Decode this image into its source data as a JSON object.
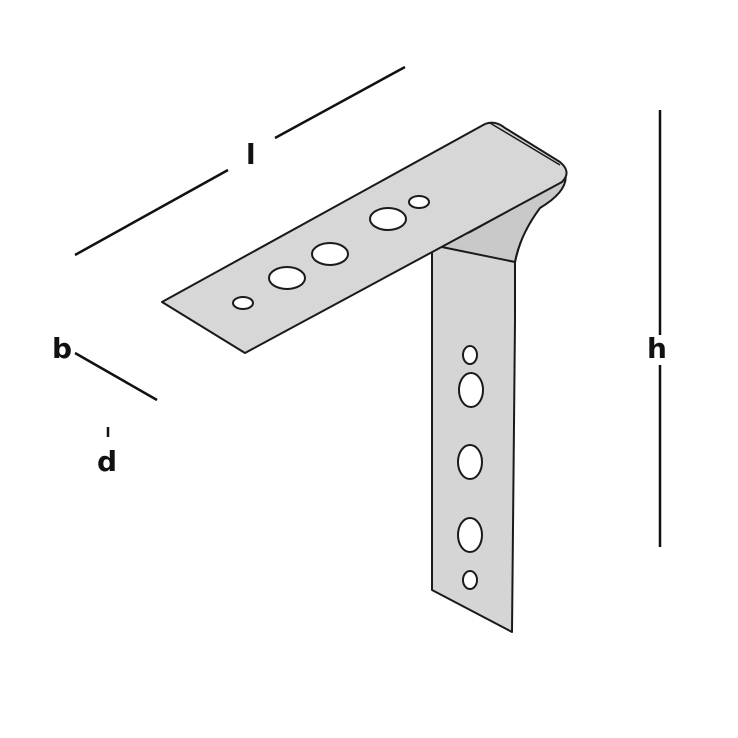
{
  "dimensions": {
    "length_label": "l",
    "width_label": "b",
    "thickness_label": "d",
    "height_label": "h"
  },
  "colors": {
    "metal": "#d6d7d6",
    "metal_shade": "#c4c5c4",
    "outline": "#1a1a1a",
    "background": "#ffffff"
  }
}
